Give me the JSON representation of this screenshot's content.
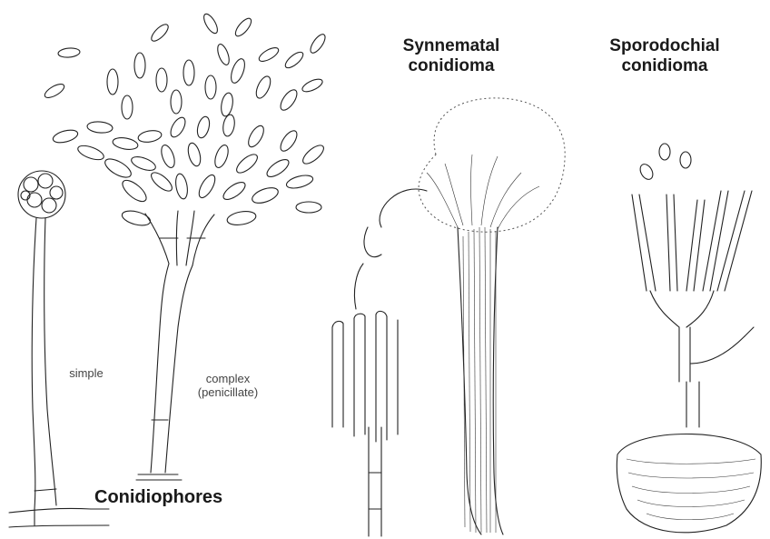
{
  "labels": {
    "synnematal": [
      "Synnematal",
      "conidioma"
    ],
    "sporodochial": [
      "Sporodochial",
      "conidioma"
    ],
    "simple": "simple",
    "complex": [
      "complex",
      "(penicillate)"
    ],
    "conidiophores": "Conidiophores"
  },
  "colors": {
    "ink": "#222222",
    "background": "#ffffff"
  }
}
